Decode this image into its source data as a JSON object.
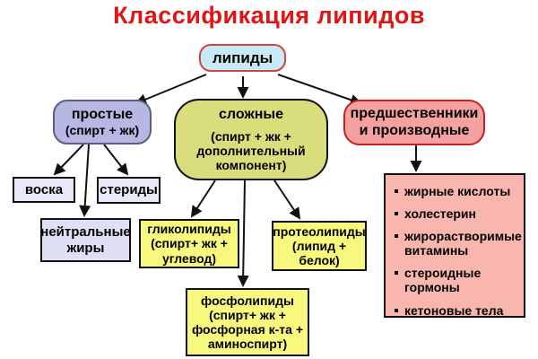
{
  "title": "Классификация липидов",
  "colors": {
    "title_red": "#e01414",
    "lipids_fill": "#c6eaf6",
    "lipids_border": "#cf4646",
    "simple_fill": "#b6b7e2",
    "simple_border": "#5c5c84",
    "simple_child_fill": "#e8e9f8",
    "neutral_fill": "#dee0f5",
    "complex_fill": "#d9dd7c",
    "complex_child_fill": "#f8f87e",
    "precursors_fill": "#f5a1a1",
    "precursors_border": "#c22222",
    "list_fill": "#f8b6ae",
    "dark_border": "#111111",
    "line_color": "#111111"
  },
  "nodes": {
    "root": {
      "label": "липиды"
    },
    "simple": {
      "title": "простые",
      "formula": "(спирт + жк)"
    },
    "complex": {
      "title": "сложные",
      "formula": "(спирт + жк + дополнительный компонент)"
    },
    "precursors": {
      "title": "предшественники и производные"
    },
    "waxes": {
      "label": "воска"
    },
    "sterids": {
      "label": "стериды"
    },
    "neutral_fats": {
      "label": "нейтральные жиры"
    },
    "glycolipids": {
      "title": "гликолипиды",
      "formula": "(спирт+ жк + углевод)"
    },
    "proteolipids": {
      "title": "протеолипиды",
      "formula": "(липид + белок)"
    },
    "phospholipids": {
      "title": "фосфолипиды",
      "formula": "(спирт+ жк + фосфорная к-та + аминоспирт)"
    }
  },
  "precursors_list": {
    "items": [
      "жирные кислоты",
      "холестерин",
      "жирорастворимые витамины",
      "стероидные гормоны",
      "кетоновые тела"
    ]
  }
}
